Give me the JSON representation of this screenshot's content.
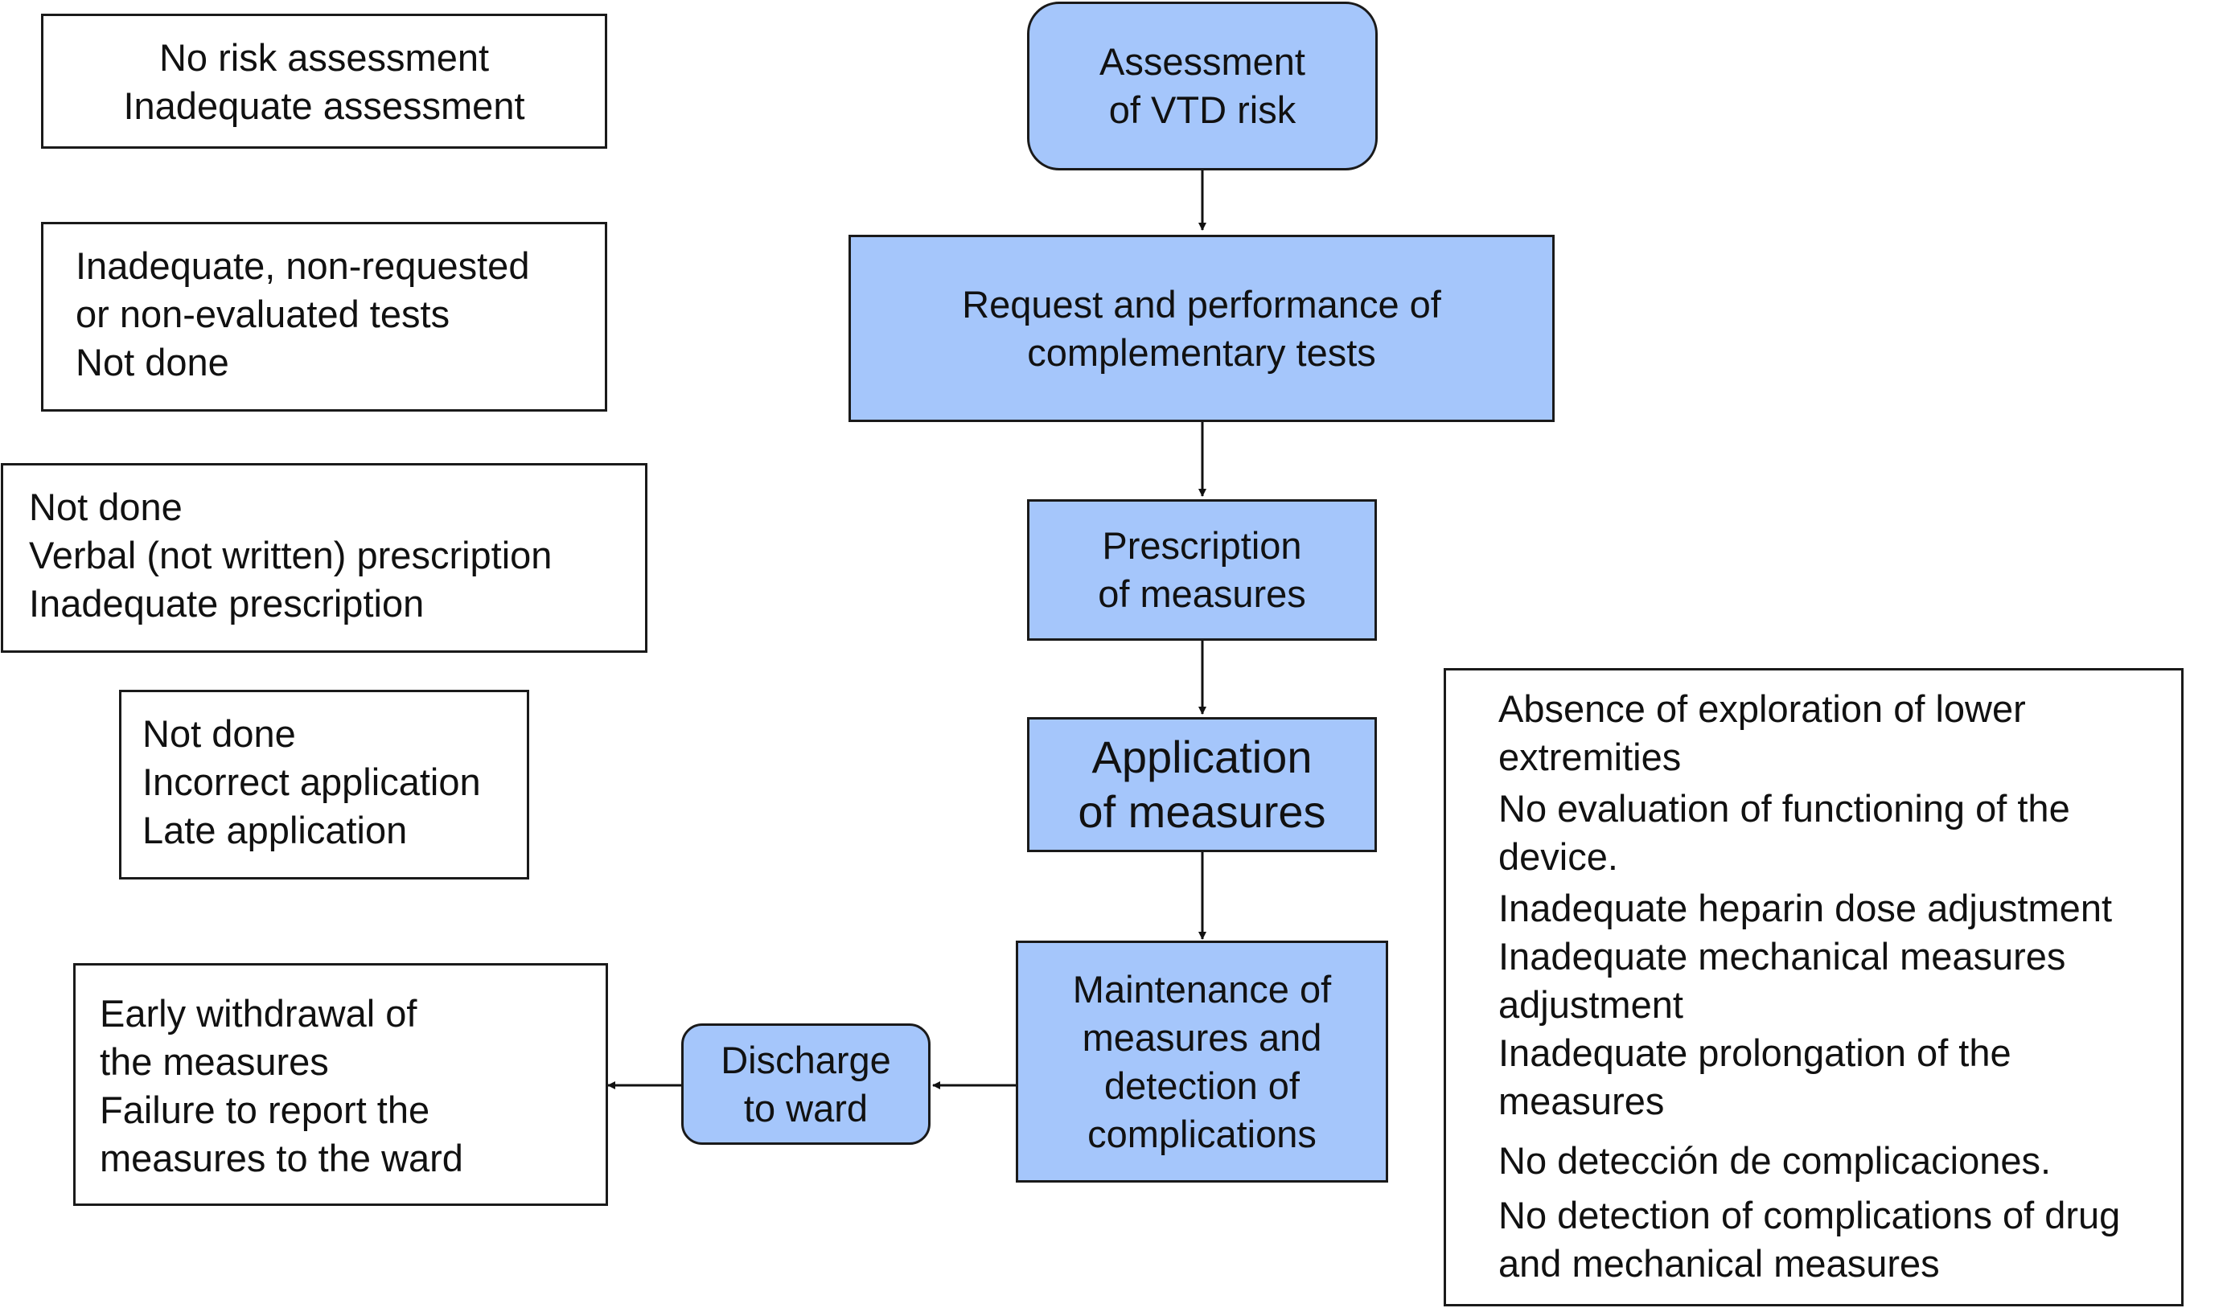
{
  "flow": {
    "assessment": [
      "Assessment",
      "of VTD risk"
    ],
    "request": [
      "Request and performance of",
      "complementary tests"
    ],
    "prescription": [
      "Prescription",
      "of measures"
    ],
    "application": [
      "Application",
      "of measures"
    ],
    "maintenance": [
      "Maintenance of",
      "measures and",
      "detection of",
      "complications"
    ],
    "discharge": [
      "Discharge",
      "to ward"
    ]
  },
  "failures": {
    "assessment": [
      "No risk assessment",
      "Inadequate assessment"
    ],
    "request": [
      "Inadequate, non-requested",
      "or non-evaluated tests",
      "Not done"
    ],
    "prescription": [
      "Not done",
      "Verbal (not written) prescription",
      "Inadequate prescription"
    ],
    "application": [
      "Not done",
      "Incorrect application",
      "Late application"
    ],
    "discharge": [
      "Early withdrawal of",
      "the measures",
      "Failure to report the",
      "measures to the ward"
    ],
    "maintenance": [
      "Absence of exploration of lower",
      "extremities",
      "No evaluation of functioning of the",
      "device.",
      "Inadequate heparin dose adjustment",
      "Inadequate mechanical measures",
      "adjustment",
      "Inadequate prolongation of the",
      "measures",
      "No detección de complicaciones.",
      "No detection of complications of drug",
      "and mechanical measures"
    ]
  }
}
